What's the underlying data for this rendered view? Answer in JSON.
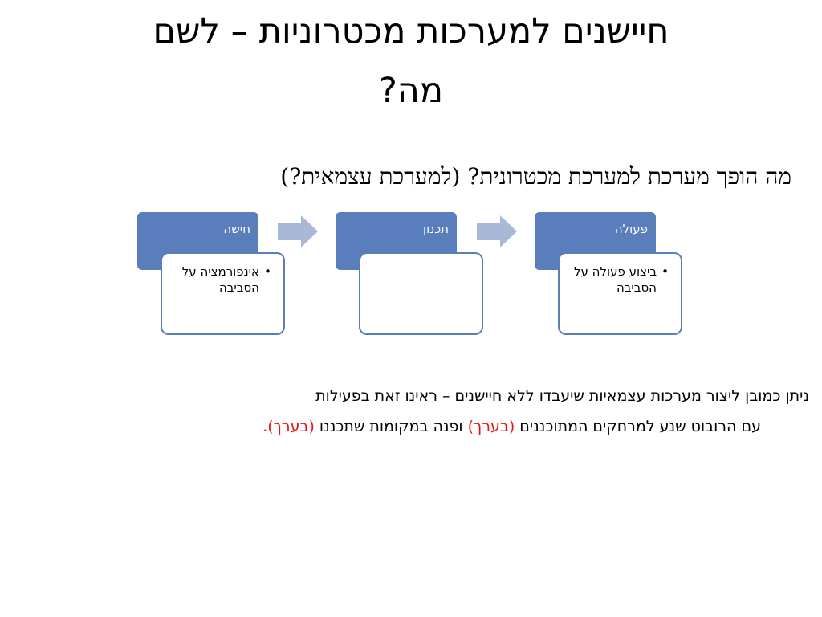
{
  "title": {
    "line1": "חיישנים למערכות מכטרוניות – לשם",
    "line2": "מה?"
  },
  "question": "מה הופך מערכת למערכת מכטרונית? (למערכת עצמאית?)",
  "diagram": {
    "stages": [
      {
        "header": "חישה",
        "bullet": "אינפורמציה על הסביבה"
      },
      {
        "header": "תכנון",
        "bullet": ""
      },
      {
        "header": "פעולה",
        "bullet": "ביצוע פעולה על הסביבה"
      }
    ],
    "arrow_color": "#a7b9d7",
    "box_color": "#5a7ebc"
  },
  "paragraph": {
    "line1": "ניתן כמובן ליצור מערכות עצמאיות שיעבדו ללא חיישנים – ראינו זאת בפעילות",
    "line2_part1": "עם הרובוט שנע למרחקים המתוכננים ",
    "highlight1": "(בערך)",
    "line2_part2": " ופנה במקומות שתכננו ",
    "highlight2": "(בערך)",
    "line2_end": "."
  }
}
